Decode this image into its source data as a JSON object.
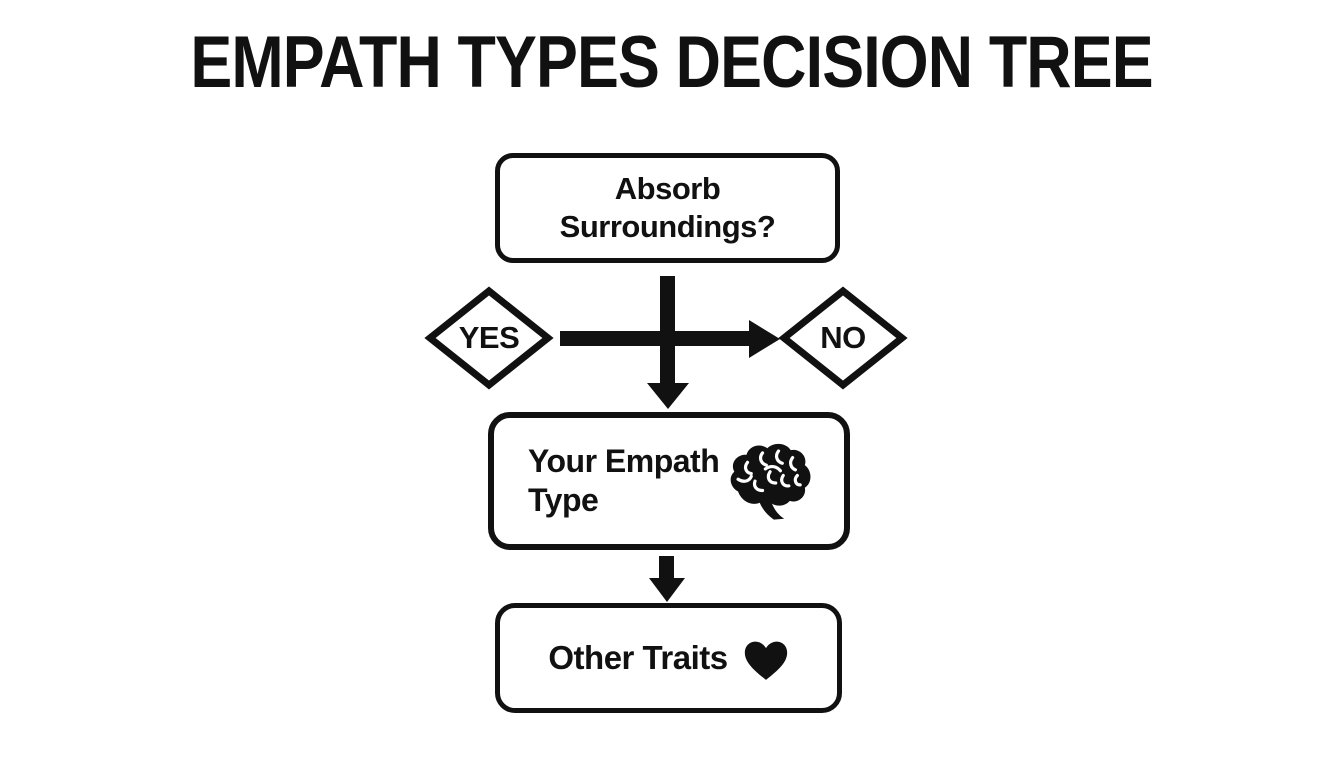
{
  "title": "EMPATH TYPES DECISION TREE",
  "flowchart": {
    "question_box": {
      "line1": "Absorb",
      "line2": "Surroundings?"
    },
    "branches": {
      "yes_label": "YES",
      "no_label": "NO"
    },
    "result_box": {
      "line1": "Your Empath",
      "line2": "Type",
      "icon": "brain-icon"
    },
    "traits_box": {
      "label": "Other Traits",
      "icon": "heart-icon"
    }
  },
  "colors": {
    "ink": "#111111",
    "background": "#ffffff"
  }
}
